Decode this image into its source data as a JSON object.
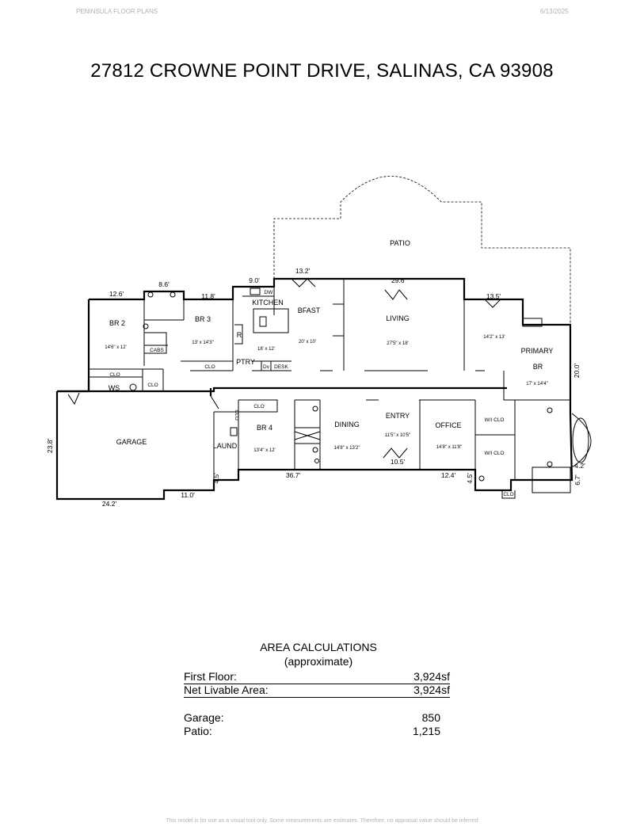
{
  "header": {
    "company": "PENINSULA FLOOR PLANS",
    "date": "6/13/2025"
  },
  "title": "27812 CROWNE POINT DRIVE, SALINAS, CA  93908",
  "rooms": {
    "patio": "PATIO",
    "br2": {
      "name": "BR 2",
      "size": "14'6\" x 12'"
    },
    "br3": {
      "name": "BR 3",
      "size": "13' x 14'3\""
    },
    "kitchen": {
      "name": "KITCHEN",
      "size": "18' x 12'"
    },
    "bfast": {
      "name": "BFAST",
      "size": "20' x 10'"
    },
    "living": {
      "name": "LIVING",
      "size": "27'5\" x 18'"
    },
    "bedroom_right": {
      "size": "14'2\" x 13'"
    },
    "primary": {
      "name1": "PRIMARY",
      "name2": "BR",
      "size": "17' x 14'4\""
    },
    "garage": {
      "name": "GARAGE"
    },
    "laund": {
      "name": "LAUND"
    },
    "br4": {
      "name": "BR 4",
      "size": "13'4\" x 12'"
    },
    "dining": {
      "name": "DINING",
      "size": "14'8\" x 13'2\""
    },
    "entry": {
      "name": "ENTRY",
      "size": "11'5\" x 10'5\""
    },
    "office": {
      "name": "OFFICE",
      "size": "14'8\" x 11'8\""
    },
    "wiclo1": "W/I CLO",
    "wiclo2": "W/I CLO"
  },
  "labels": {
    "dw": "DW",
    "r": "R",
    "cabs": "CABS",
    "clo_br3": "CLO",
    "ptry": "PTRY",
    "dv": "Dv",
    "desk": "DESK",
    "clo_br2": "CLO",
    "ws": "WS",
    "clo_ws": "CLO",
    "clo_br4": "CLO",
    "clo_vert": "CLO",
    "clo_bath": "CLO"
  },
  "dimensions": {
    "d_126": "12.6'",
    "d_86": "8.6'",
    "d_118": "11.8'",
    "d_90": "9.0'",
    "d_132": "13.2'",
    "d_296": "29.6'",
    "d_135": "13.5'",
    "d_200": "20.0'",
    "d_238": "23.8'",
    "d_242": "24.2'",
    "d_110": "11.0'",
    "d_45a": "4.5'",
    "d_367": "36.7'",
    "d_105": "10.5'",
    "d_124": "12.4'",
    "d_45b": "4.5'",
    "d_42": "4.2'",
    "d_67": "6.7'"
  },
  "area": {
    "heading": "AREA CALCULATIONS",
    "subheading": "(approximate)",
    "first_floor_label": "First  Floor:",
    "first_floor_value": "3,924sf",
    "net_label": "Net Livable Area:",
    "net_value": "3,924sf",
    "garage_label": "Garage:",
    "garage_value": "850",
    "patio_label": "Patio:",
    "patio_value": "1,215"
  },
  "footer": "This model is for use as a visual tool only. Some measurements are estimates. Therefore, no appraisal value should be inferred"
}
